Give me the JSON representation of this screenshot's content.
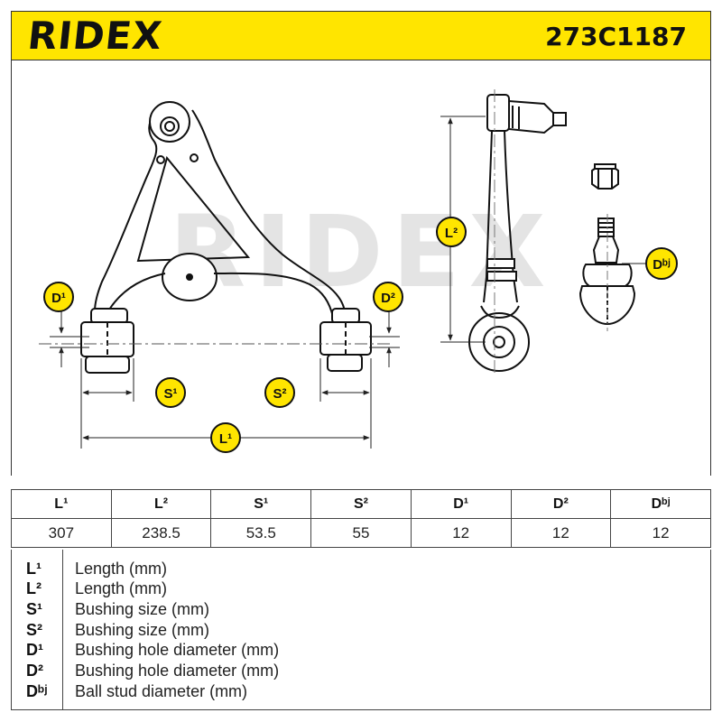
{
  "header": {
    "brand": "RIDEX",
    "part_number": "273C1187",
    "background_color": "#ffe500"
  },
  "drawing": {
    "watermark": "RIDEX",
    "labels": {
      "D1": "D¹",
      "D2": "D²",
      "S1": "S¹",
      "S2": "S²",
      "L1": "L¹",
      "L2": "L²",
      "Dbj": "Dᵇʲ"
    },
    "badge_color": "#ffe500"
  },
  "table": {
    "headers": [
      "L¹",
      "L²",
      "S¹",
      "S²",
      "D¹",
      "D²",
      "Dᵇʲ"
    ],
    "values": [
      "307",
      "238.5",
      "53.5",
      "55",
      "12",
      "12",
      "12"
    ]
  },
  "legend": [
    {
      "symbol": "L¹",
      "description": "Length (mm)"
    },
    {
      "symbol": "L²",
      "description": "Length (mm)"
    },
    {
      "symbol": "S¹",
      "description": "Bushing size (mm)"
    },
    {
      "symbol": "S²",
      "description": "Bushing size (mm)"
    },
    {
      "symbol": "D¹",
      "description": "Bushing hole diameter (mm)"
    },
    {
      "symbol": "D²",
      "description": "Bushing hole diameter (mm)"
    },
    {
      "symbol": "Dᵇʲ",
      "description": "Ball stud diameter (mm)"
    }
  ]
}
